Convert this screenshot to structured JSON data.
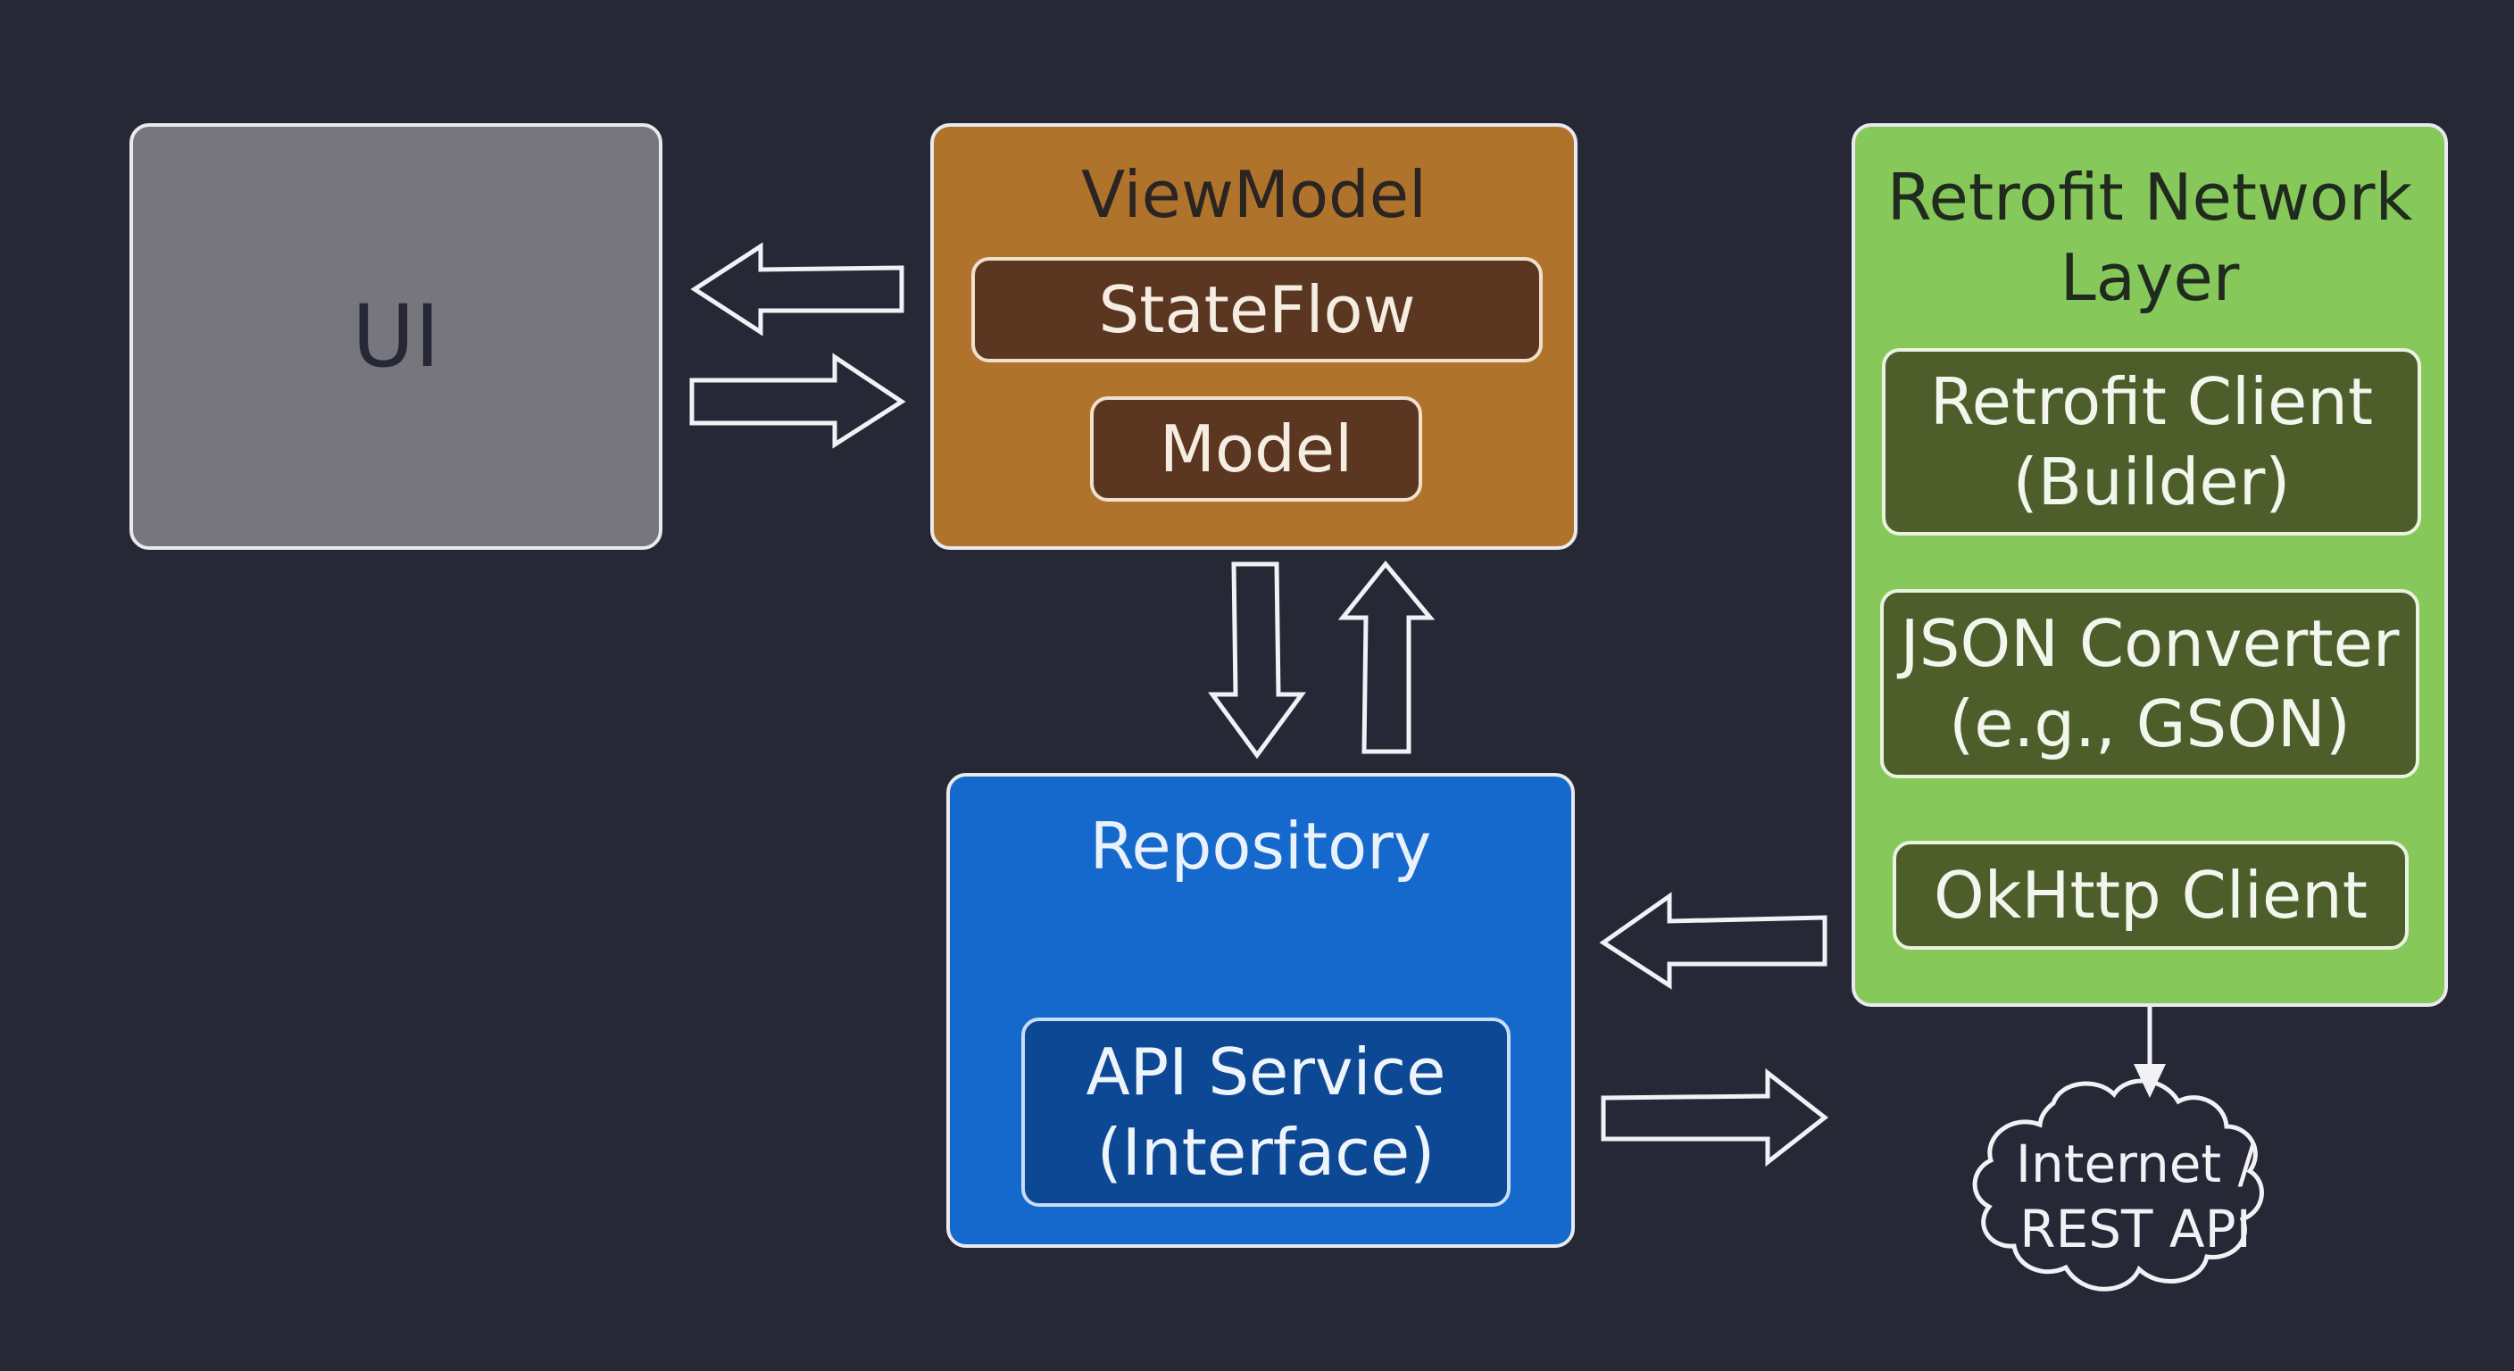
{
  "ui": {
    "label": "UI"
  },
  "viewmodel": {
    "title": "ViewModel",
    "stateflow": "StateFlow",
    "model": "Model"
  },
  "repository": {
    "title": "Repository",
    "api_line1": "API Service",
    "api_line2": "(Interface)"
  },
  "network": {
    "title_line1": "Retrofit Network",
    "title_line2": "Layer",
    "retrofit_line1": "Retrofit Client",
    "retrofit_line2": "(Builder)",
    "json_line1": "JSON Converter",
    "json_line2": "(e.g., GSON)",
    "okhttp": "OkHttp Client"
  },
  "internet": {
    "line1": "Internet /",
    "line2": "REST API"
  },
  "colors": {
    "background": "#262835",
    "ui": "#76767c",
    "viewmodel": "#b0732c",
    "repository": "#1568cc",
    "network": "#86c95a"
  }
}
